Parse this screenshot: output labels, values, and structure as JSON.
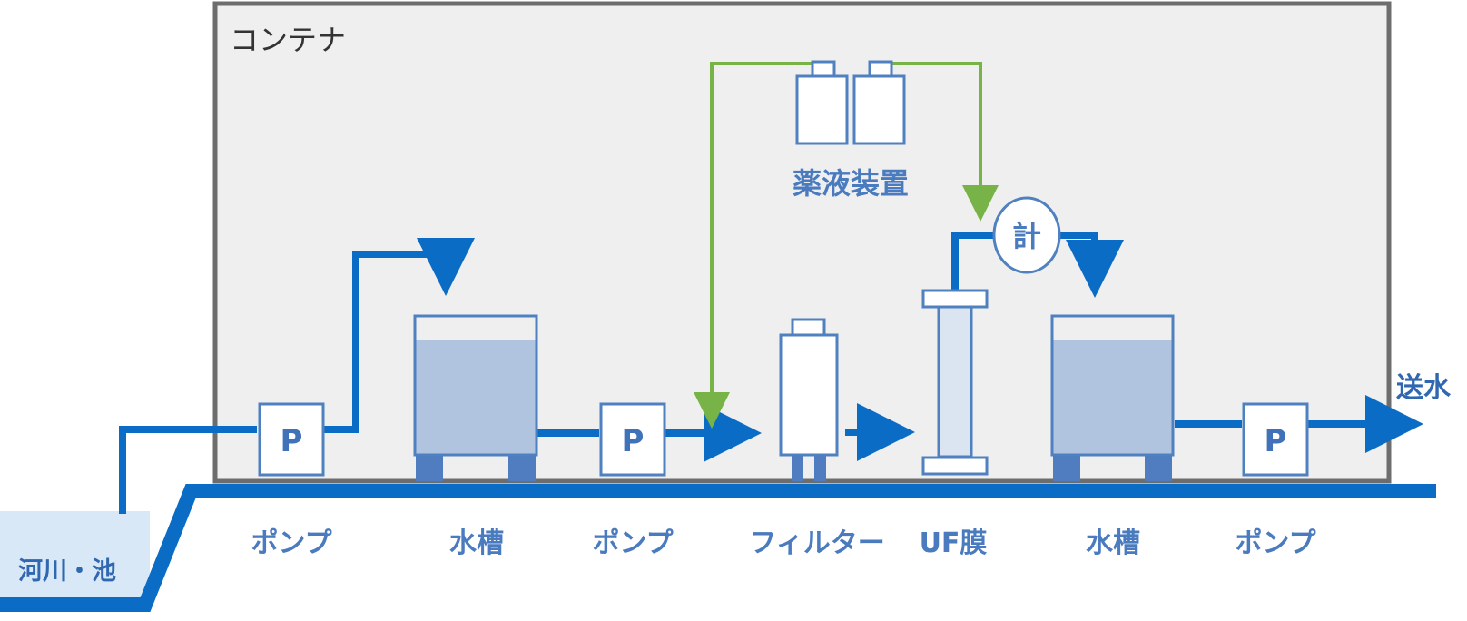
{
  "container_label": "コンテナ",
  "source_label": "河川・池",
  "output_label": "送水",
  "chem_label": "薬液装置",
  "meter_label": "計",
  "pump_symbol": "P",
  "stages": [
    {
      "label": "ポンプ"
    },
    {
      "label": "水槽"
    },
    {
      "label": "ポンプ"
    },
    {
      "label": "フィルター"
    },
    {
      "label": "UF膜"
    },
    {
      "label": "水槽"
    },
    {
      "label": "ポンプ"
    }
  ],
  "colors": {
    "pipe": "#0a6cc4",
    "chem_line": "#77b347",
    "equipment_stroke": "#4f80c0",
    "tank_water": "#b0c4df",
    "tank_leg": "#4f7dbf",
    "container_fill": "#efeff0",
    "container_stroke": "#6d6d6d",
    "source_water": "#d9e8f6"
  }
}
